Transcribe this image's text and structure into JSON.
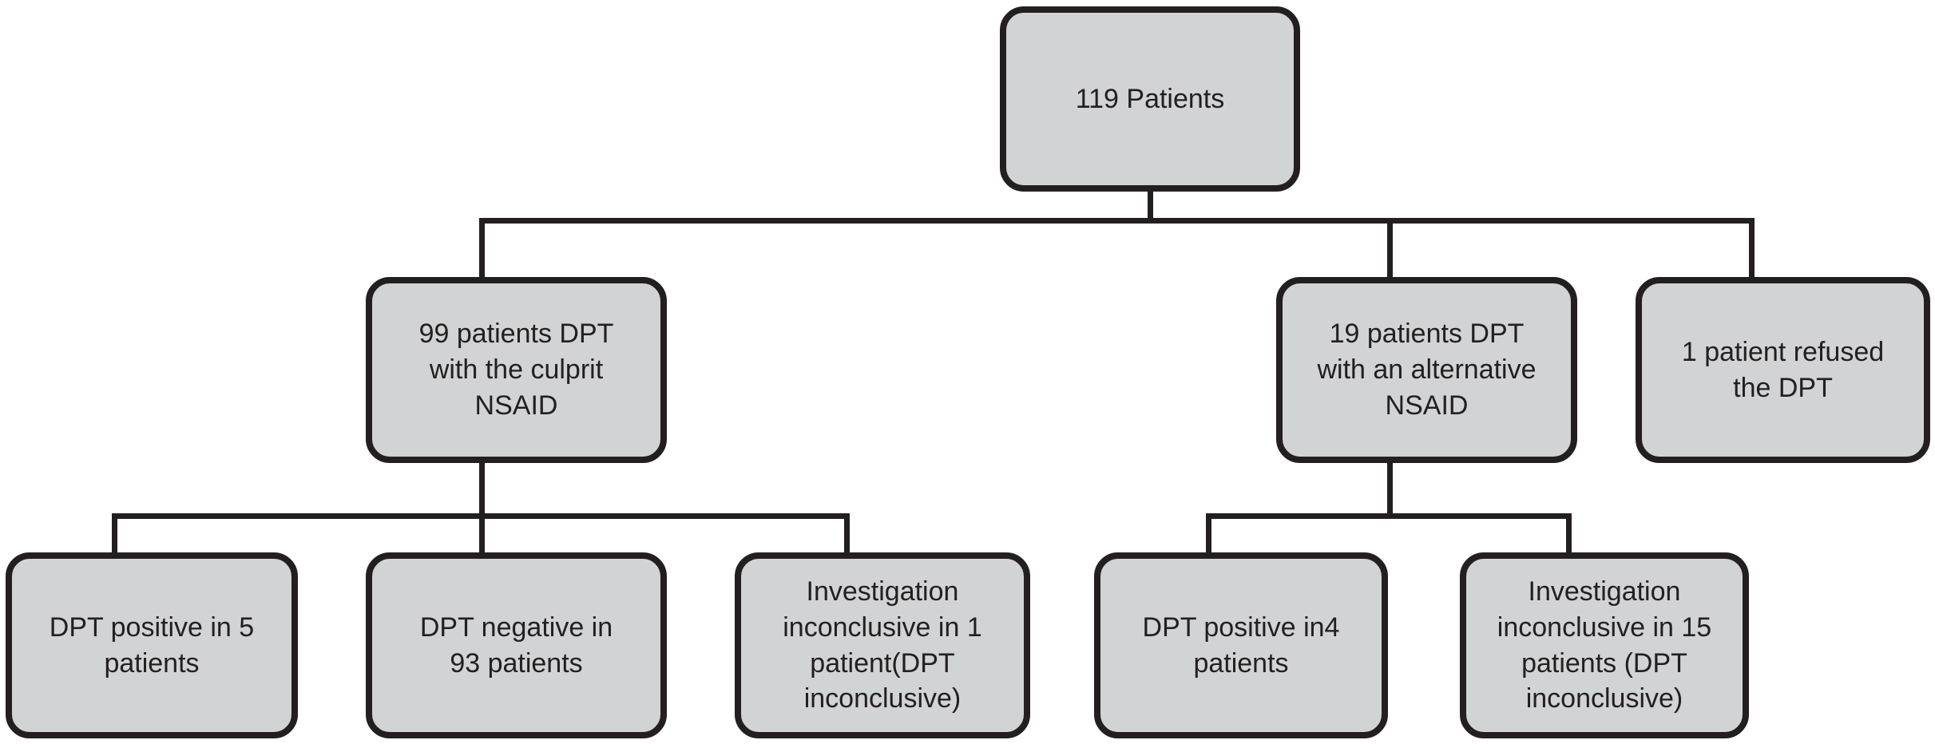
{
  "diagram": {
    "type": "flowchart",
    "colors": {
      "background": "#ffffff",
      "node_fill": "#d1d3d4",
      "node_border": "#231f20",
      "connector": "#231f20",
      "text": "#231f20"
    },
    "nodes": {
      "root": {
        "label": "119 Patients"
      },
      "culprit": {
        "label": "99 patients DPT\nwith the culprit\nNSAID"
      },
      "alternative": {
        "label": "19 patients DPT\nwith an alternative\nNSAID"
      },
      "refused": {
        "label": "1 patient refused\nthe DPT"
      },
      "culprit_positive": {
        "label": "DPT positive in 5\npatients"
      },
      "culprit_negative": {
        "label": "DPT negative in\n93 patients"
      },
      "culprit_inconclusive": {
        "label": "Investigation\ninconclusive in 1\npatient(DPT\ninconclusive)"
      },
      "alternative_positive": {
        "label": "DPT positive in4\npatients"
      },
      "alternative_inconclusive": {
        "label": "Investigation\ninconclusive in 15\npatients (DPT\ninconclusive)"
      }
    }
  }
}
